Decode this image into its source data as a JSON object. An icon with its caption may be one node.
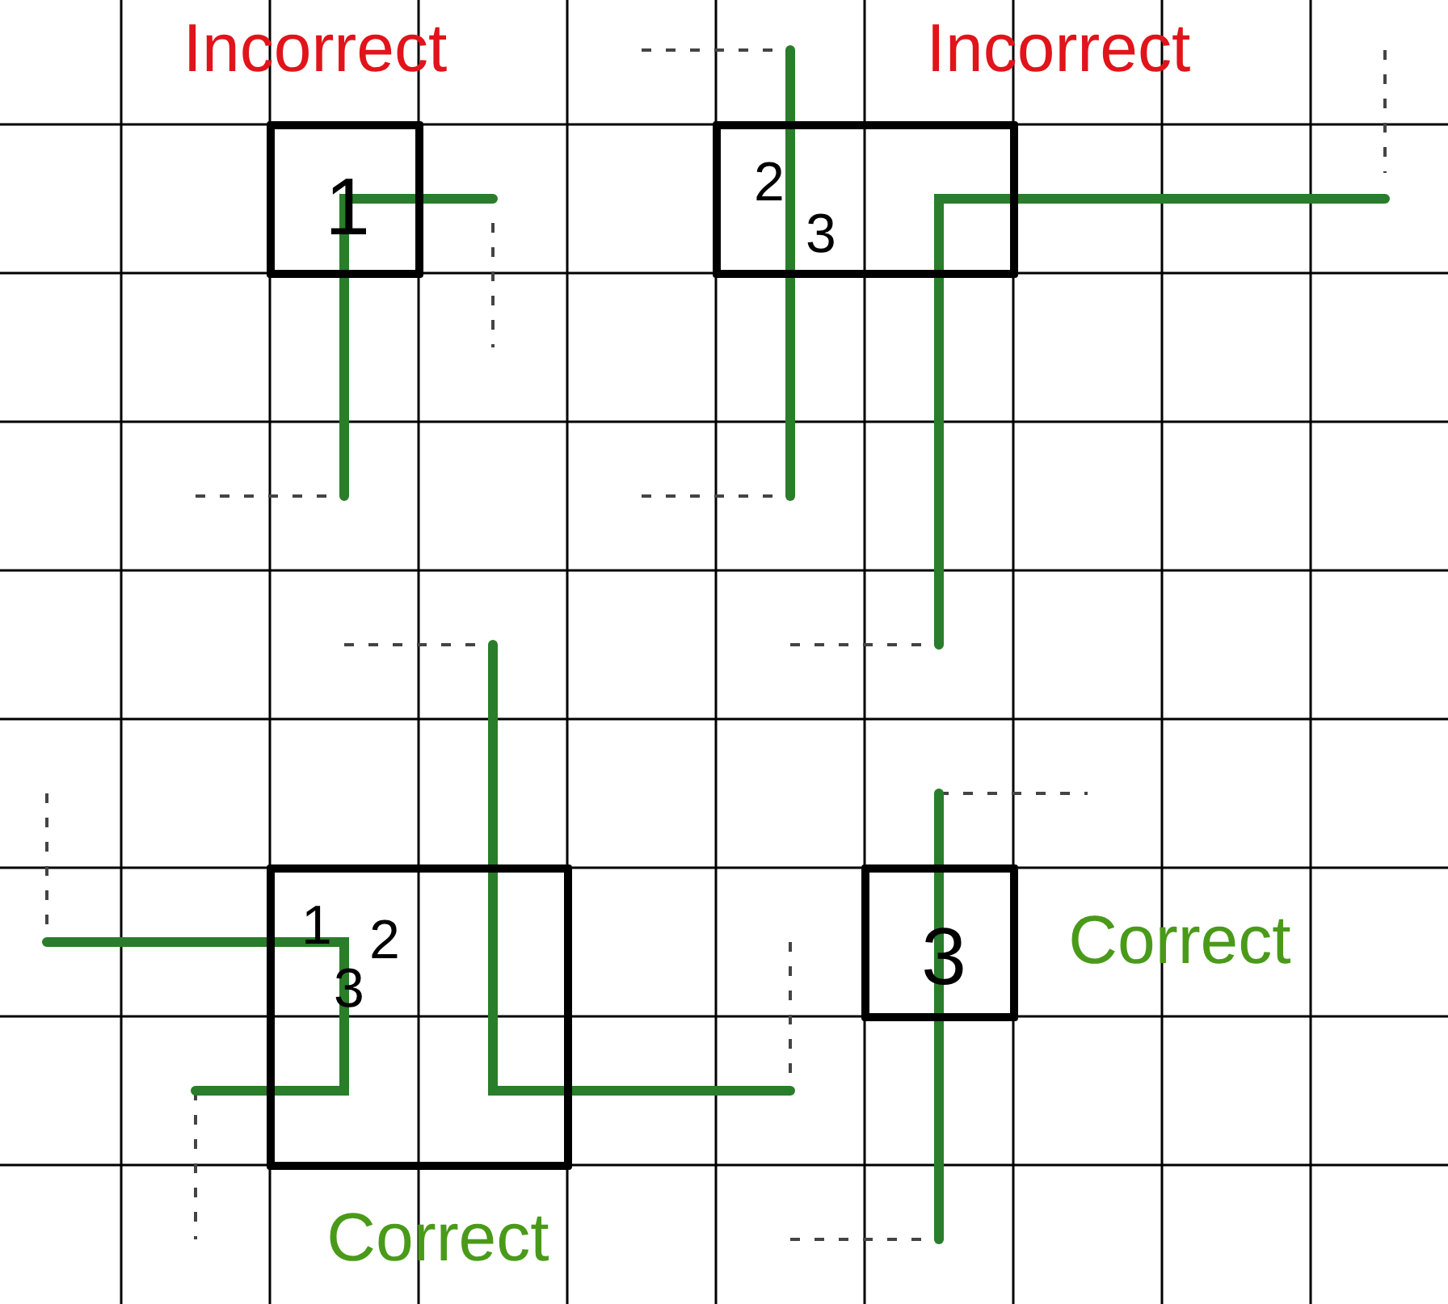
{
  "diagram": {
    "nodes": [
      {
        "text": [
          "1"
        ]
      },
      {
        "text": [
          "2",
          "3"
        ]
      },
      {
        "text": [
          "1",
          "2",
          "3"
        ]
      },
      {
        "text": [
          "3"
        ]
      }
    ],
    "labels": [
      "Incorrect",
      "Incorrect",
      "Correct",
      "Correct"
    ]
  }
}
